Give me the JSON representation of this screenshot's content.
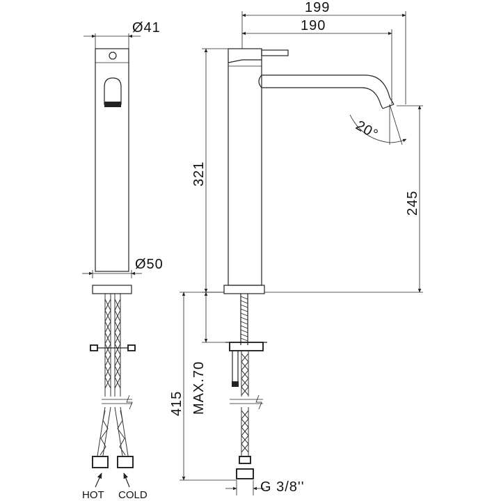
{
  "dimensions": {
    "body_diameter": "Ø41",
    "base_diameter": "Ø50",
    "total_reach": "199",
    "spout_reach": "190",
    "total_height": "321",
    "spout_height": "245",
    "spout_angle": "20°",
    "hose_length": "415",
    "max_deck_thickness": "MAX.70",
    "connection_thread": "G 3/8''"
  },
  "labels": {
    "hot": "HOT",
    "cold": "COLD"
  }
}
